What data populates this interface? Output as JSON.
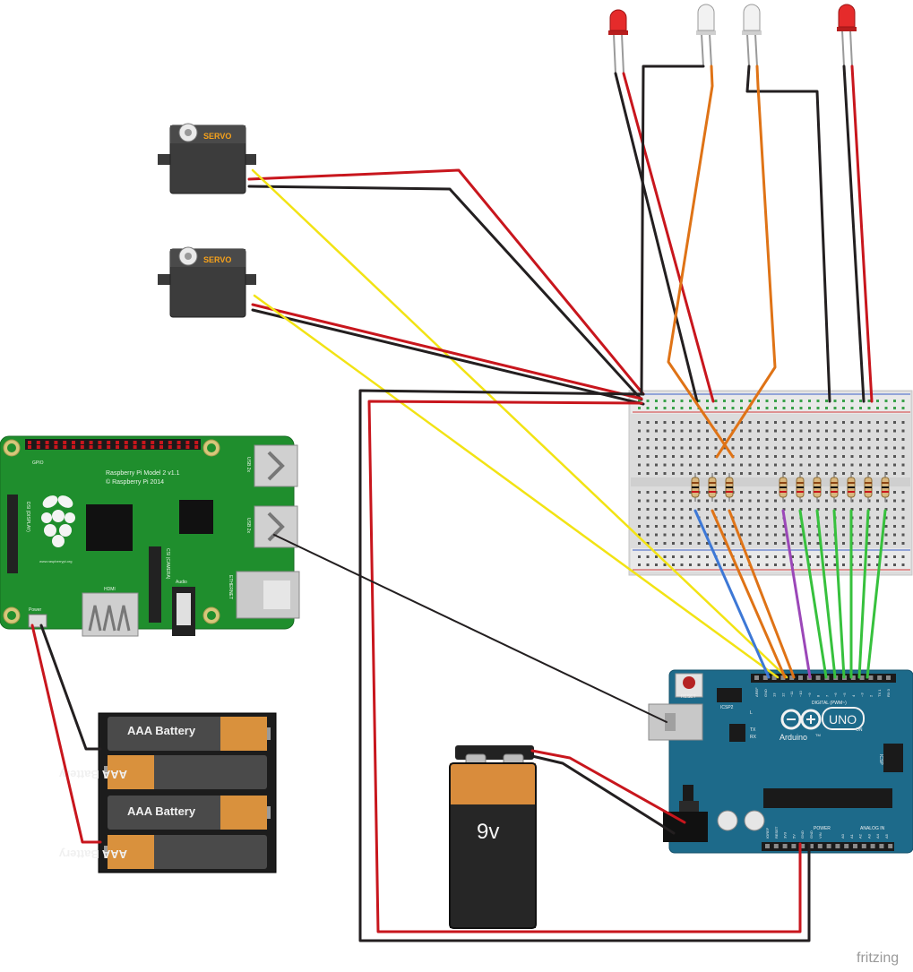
{
  "servo": {
    "label": "SERVO"
  },
  "raspberry_pi": {
    "model_line": "Raspberry Pi Model 2 v1.1",
    "copyright_line": "© Raspberry Pi 2014",
    "gpio_label": "GPIO",
    "dsi_label": "DSI (DISPLAY)",
    "csi_label": "CSI (CAMERA)",
    "hdmi_label": "HDMI",
    "audio_label": "Audio",
    "usb_label": "USB 2x",
    "ethernet_label": "ETHERNET",
    "power_label": "Power",
    "website": "www.raspberrypi.org"
  },
  "battery_pack": {
    "cells": [
      "AAA Battery",
      "AAA Battery",
      "AAA Battery",
      "AAA Battery"
    ]
  },
  "battery_9v": {
    "label": "9v"
  },
  "arduino": {
    "reset_label": "RESET",
    "icsp2_label": "ICSP2",
    "brand": "Arduino",
    "tm": "TM",
    "model": "UNO",
    "on_label": "ON",
    "tx_label": "TX",
    "rx_label": "RX",
    "l_label": "L",
    "icsp_label": "ICSP",
    "digital_label": "DIGITAL (PWM~)",
    "power_label": "POWER",
    "analog_label": "ANALOG IN",
    "digital_pins": [
      "AREF",
      "GND",
      "13",
      "12",
      "~11",
      "~10",
      "~9",
      "8",
      "7",
      "~6",
      "~5",
      "4",
      "~3",
      "2",
      "TX 1",
      "RX 0"
    ],
    "power_pins": [
      "IOREF",
      "RESET",
      "3V3",
      "5V",
      "GND",
      "GND",
      "VIN"
    ],
    "analog_pins": [
      "A0",
      "A1",
      "A2",
      "A3",
      "A4",
      "A5"
    ]
  },
  "watermark": "fritzing",
  "colors": {
    "wire_red": "#c8161d",
    "wire_black": "#231f20",
    "wire_yellow": "#f2e314",
    "wire_orange": "#df7316",
    "wire_green": "#37c13d",
    "wire_blue": "#3d78d6",
    "wire_purple": "#9b47b8",
    "pcb_green": "#1f8e2d",
    "arduino_blue": "#1d6a8a"
  }
}
